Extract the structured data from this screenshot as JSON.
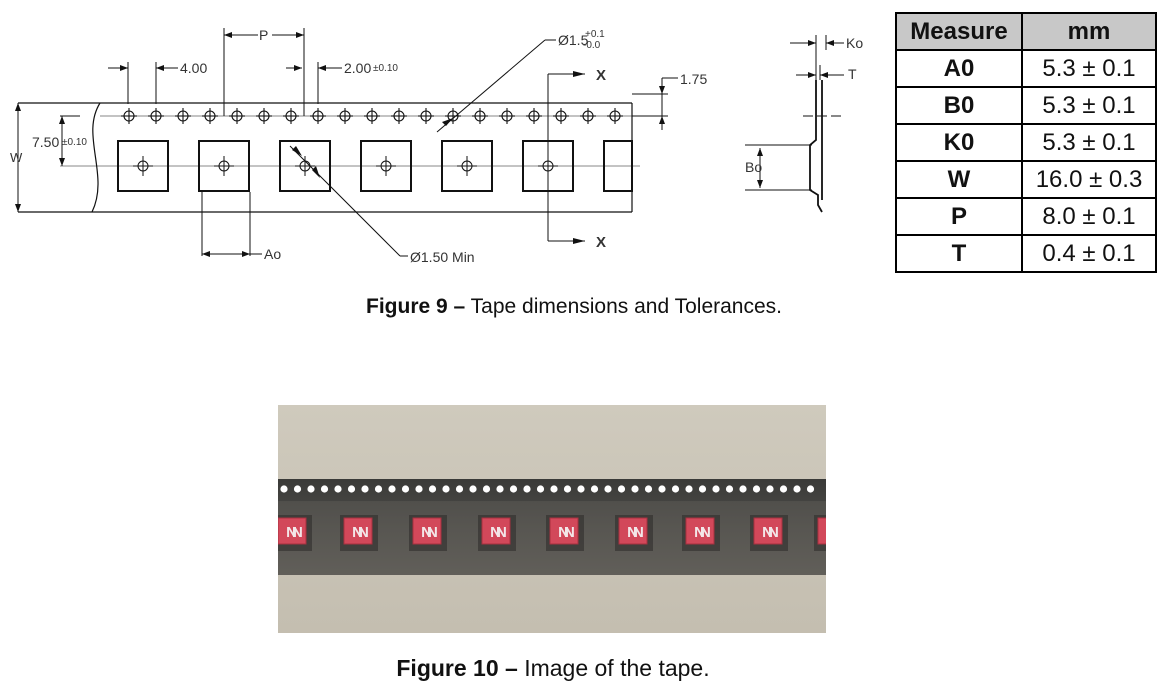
{
  "drawing": {
    "labels": {
      "p": "P",
      "pitch_400": "4.00",
      "pitch_200": "2.00",
      "tol_010": "±0.10",
      "hole": "Ø1.5",
      "hole_tol_plus": "+0.1",
      "hole_tol_minus": "-0.0",
      "x": "X",
      "d175": "1.75",
      "d750": "7.50",
      "w": "W",
      "ao": "Ao",
      "min_hole": "Ø1.50 Min",
      "ko": "Ko",
      "t": "T",
      "bo": "Bo"
    }
  },
  "table": {
    "headers": [
      "Measure",
      "mm"
    ],
    "rows": [
      {
        "measure": "A0",
        "value": "5.3 ± 0.1"
      },
      {
        "measure": "B0",
        "value": "5.3 ± 0.1"
      },
      {
        "measure": "K0",
        "value": "5.3 ± 0.1"
      },
      {
        "measure": "W",
        "value": "16.0 ± 0.3"
      },
      {
        "measure": "P",
        "value": "8.0 ± 0.1"
      },
      {
        "measure": "T",
        "value": "0.4 ± 0.1"
      }
    ]
  },
  "figure9": {
    "label": "Figure 9 –",
    "text": " Tape dimensions and Tolerances."
  },
  "figure10": {
    "label": "Figure 10 –",
    "text": " Image of the tape."
  },
  "photo": {
    "chip_marking": "N"
  }
}
